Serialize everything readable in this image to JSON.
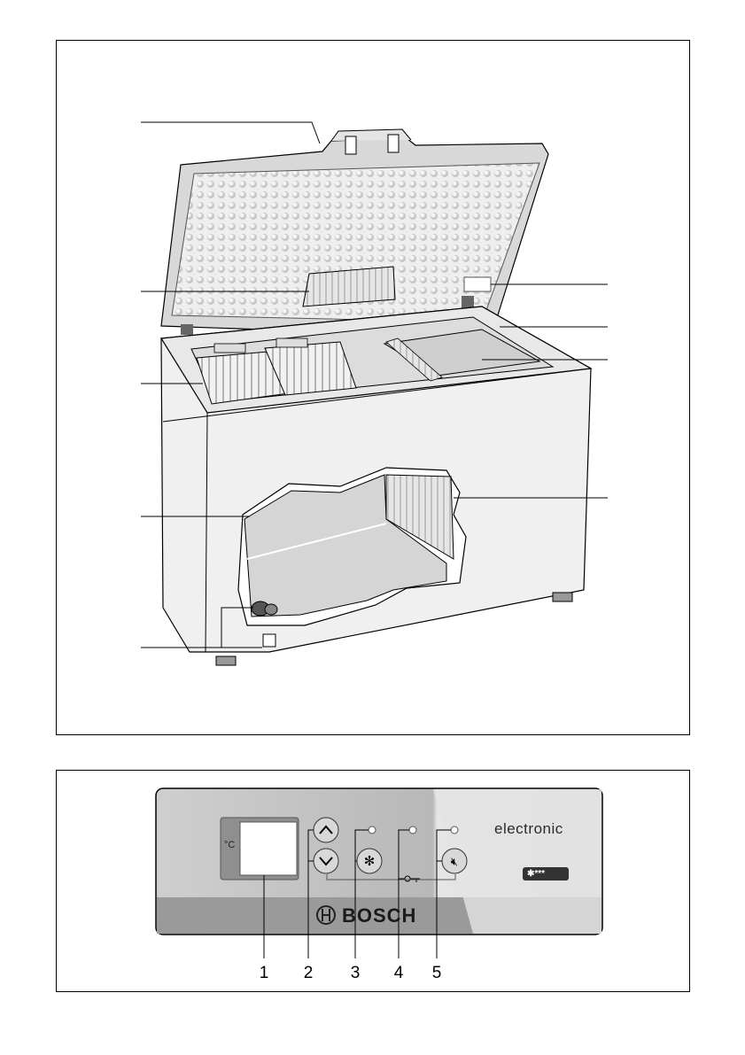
{
  "figure1": {
    "description_items": []
  },
  "figure2": {
    "panel": {
      "unit_label": "°C",
      "mode_label": "electronic",
      "brand": "BOSCH",
      "star_rating": "✱***"
    },
    "callouts": [
      "1",
      "2",
      "3",
      "4",
      "5"
    ],
    "icons": [
      "up-arrow-icon",
      "down-arrow-icon",
      "fast-freeze-icon",
      "key-lock-icon",
      "alarm-mute-icon"
    ]
  },
  "colors": {
    "panel_dark": "#8a8a8a",
    "panel_light": "#d9d9d9",
    "line": "#000000"
  }
}
